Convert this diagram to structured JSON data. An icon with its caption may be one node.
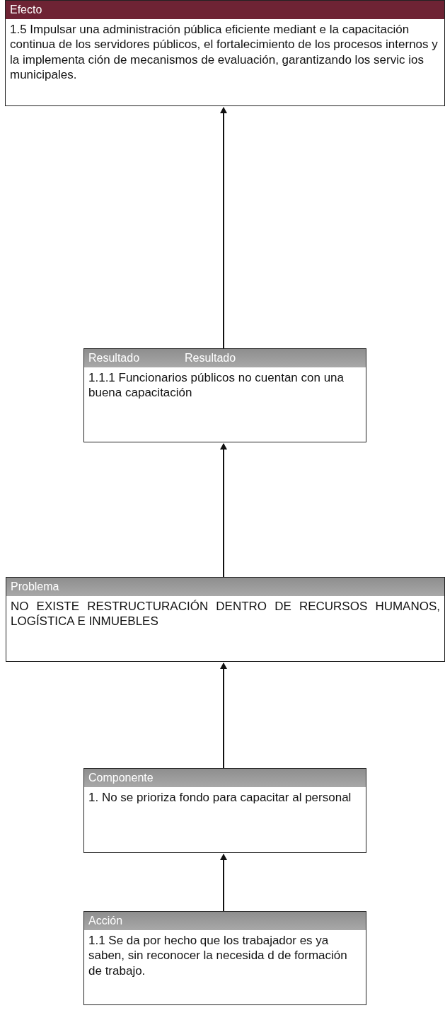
{
  "diagram": {
    "nodes": [
      {
        "text": [
          "Efecto",
          "1.5 Impulsar una administración pública eficiente mediant e la capacitación continua de los servidores públicos, el fortalecimiento de los procesos internos y la implementa ción de mecanismos de evaluación, garantizando los servic ios municipales."
        ]
      },
      {
        "text": [
          "Resultado",
          "Resultado",
          "1.1.1 Funcionarios públicos no cuentan con una buena capacitación"
        ]
      },
      {
        "text": [
          "Problema",
          "NO EXISTE RESTRUCTURACIÓN DENTRO DE RECURSOS HUMANOS, LOGÍSTICA E INMUEBLES"
        ]
      },
      {
        "text": [
          "Componente",
          "1. No se prioriza fondo para capacitar al personal"
        ]
      },
      {
        "text": [
          "Acción",
          "1.1 Se da por hecho que los trabajador es ya saben, sin reconocer la necesida d de formación de trabajo."
        ]
      }
    ],
    "edges": [
      {
        "from": 1,
        "to": 0,
        "arrow": "to"
      },
      {
        "from": 2,
        "to": 1,
        "arrow": "to"
      },
      {
        "from": 3,
        "to": 2,
        "arrow": "to"
      },
      {
        "from": 4,
        "to": 3,
        "arrow": "to"
      }
    ]
  }
}
